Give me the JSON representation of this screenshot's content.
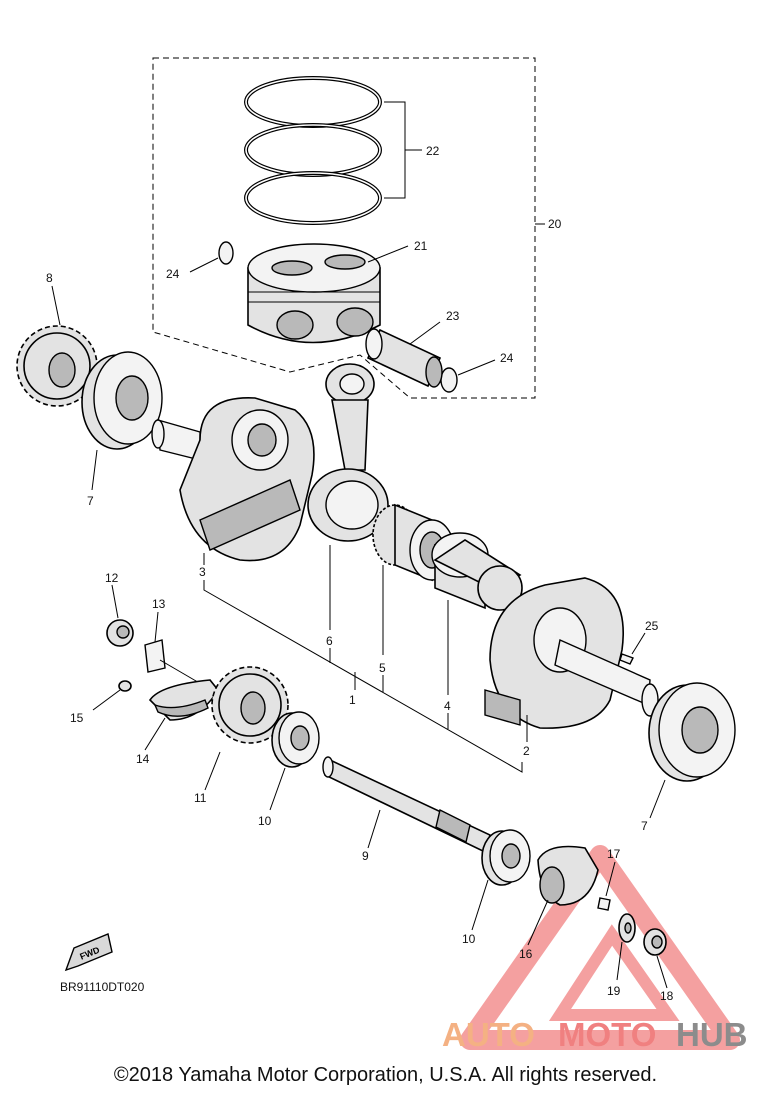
{
  "drawing_code": "BR91110DT020",
  "copyright": "©2018 Yamaha Motor Corporation, U.S.A. All rights reserved.",
  "fwd_label": "FWD",
  "watermark": {
    "auto": "AUTO",
    "moto": "MOTO",
    "hub": "HUB",
    "colors": {
      "auto": "#f4b183",
      "moto": "#f08080",
      "hub": "#8c8c8c",
      "triangle": "#f4a0a0"
    }
  },
  "callouts": {
    "c1": "1",
    "c2": "2",
    "c3": "3",
    "c4": "4",
    "c5": "5",
    "c6": "6",
    "c7a": "7",
    "c7b": "7",
    "c8": "8",
    "c9": "9",
    "c10a": "10",
    "c10b": "10",
    "c11": "11",
    "c12": "12",
    "c13": "13",
    "c14": "14",
    "c15": "15",
    "c16": "16",
    "c17": "17",
    "c18": "18",
    "c19": "19",
    "c20": "20",
    "c21": "21",
    "c22": "22",
    "c23": "23",
    "c24a": "24",
    "c24b": "24",
    "c25": "25"
  }
}
